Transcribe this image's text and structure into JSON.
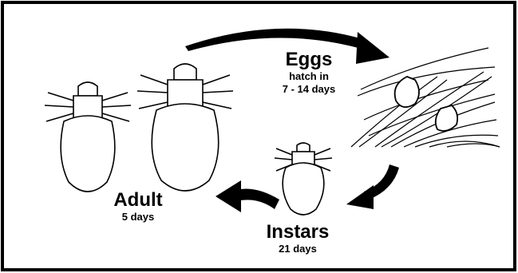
{
  "stages": {
    "eggs": {
      "title": "Eggs",
      "line1": "hatch in",
      "line2": "7 - 14 days"
    },
    "instars": {
      "title": "Instars",
      "duration": "21 days"
    },
    "adult": {
      "title": "Adult",
      "duration": "5 days"
    }
  },
  "colors": {
    "ink": "#000000",
    "background": "#ffffff"
  }
}
